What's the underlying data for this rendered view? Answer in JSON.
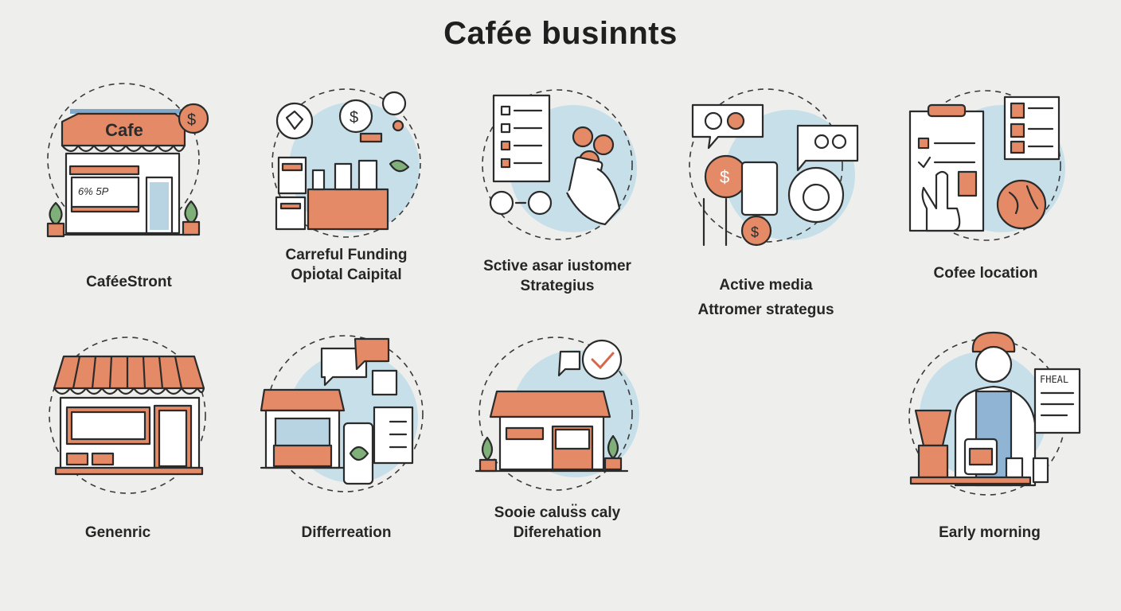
{
  "title": "Cafée businnts",
  "palette": {
    "accent": "#e58a66",
    "circle": "#c7dfe9",
    "background": "#eeefec",
    "ink": "#2b2b2b"
  },
  "items": [
    {
      "icon": "cafe-storefront-icon",
      "sign": "Cafe",
      "lines": [
        "CaféeStront"
      ]
    },
    {
      "icon": "funding-capital-icon",
      "lines": [
        "Carreful Funding",
        "Opi̇otal Caipital"
      ]
    },
    {
      "icon": "customer-strategy-icon",
      "lines": [
        "Sctive asar iustomer",
        "Strategius"
      ]
    },
    {
      "icon": "active-media-icon",
      "lines": [
        "Active media",
        "Attromer strategus"
      ]
    },
    {
      "icon": "coffee-location-icon",
      "lines": [
        "Cofee location"
      ]
    },
    {
      "icon": "generic-storefront-icon",
      "lines": [
        "Genenric"
      ]
    },
    {
      "icon": "differentiation-shop-icon",
      "lines": [
        "Differreation"
      ]
    },
    {
      "icon": "social-differentiation-icon",
      "lines": [
        "Sooie calus̈s caly",
        "Diferehation"
      ]
    },
    {
      "icon": "barista-early-morning-icon",
      "menu": "FHEAL",
      "lines": [
        "Early morning"
      ]
    }
  ]
}
